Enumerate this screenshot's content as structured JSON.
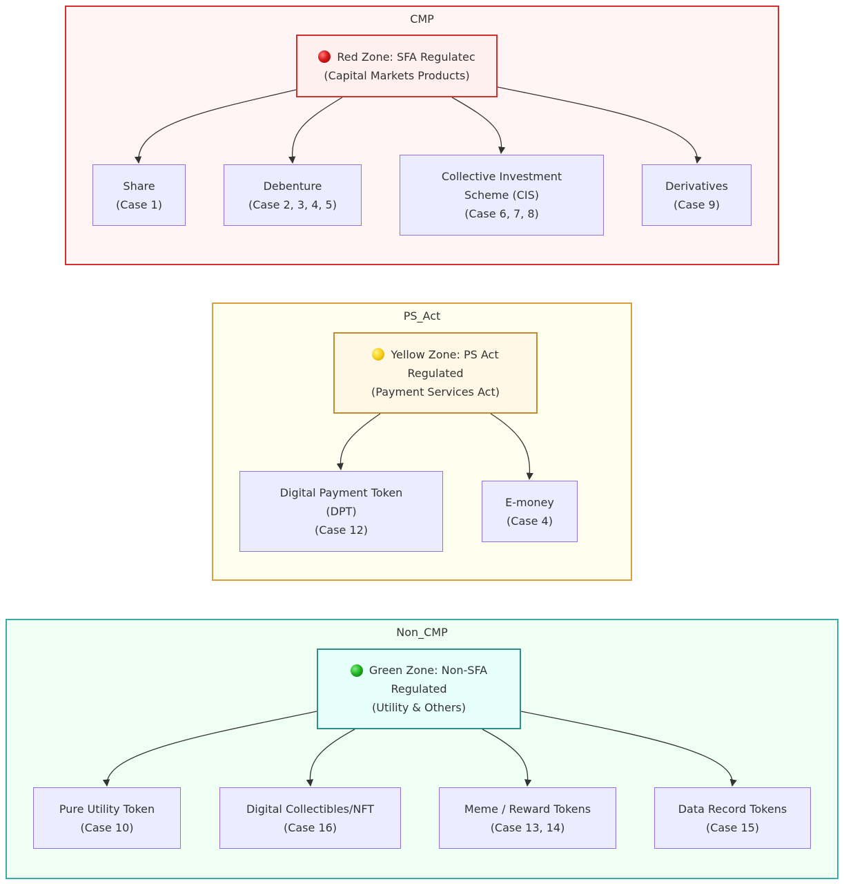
{
  "clusters": {
    "cmp": {
      "title": "CMP",
      "zone": {
        "icon": "red-circle-icon",
        "line1": "Red Zone: SFA Regulatec",
        "line2": "(Capital Markets Products)"
      },
      "nodes": [
        {
          "line1": "Share",
          "line2": "(Case 1)"
        },
        {
          "line1": "Debenture",
          "line2": "(Case 2, 3, 4, 5)"
        },
        {
          "line1": "Collective Investment",
          "line2": "Scheme (CIS)",
          "line3": "(Case 6, 7, 8)"
        },
        {
          "line1": "Derivatives",
          "line2": "(Case 9)"
        }
      ]
    },
    "ps_act": {
      "title": "PS_Act",
      "zone": {
        "icon": "yellow-circle-icon",
        "line1": "Yellow Zone: PS Act",
        "line2": "Regulated",
        "line3": "(Payment Services Act)"
      },
      "nodes": [
        {
          "line1": "Digital Payment Token",
          "line2": "(DPT)",
          "line3": "(Case 12)"
        },
        {
          "line1": "E-money",
          "line2": "(Case 4)"
        }
      ]
    },
    "non_cmp": {
      "title": "Non_CMP",
      "zone": {
        "icon": "green-circle-icon",
        "line1": "Green Zone: Non-SFA",
        "line2": "Regulated",
        "line3": "(Utility & Others)"
      },
      "nodes": [
        {
          "line1": "Pure Utility Token",
          "line2": "(Case 10)"
        },
        {
          "line1": "Digital Collectibles/NFT",
          "line2": "(Case 16)"
        },
        {
          "line1": "Meme / Reward Tokens",
          "line2": "(Case 13, 14)"
        },
        {
          "line1": "Data Record Tokens",
          "line2": "(Case 15)"
        }
      ]
    }
  },
  "colors": {
    "red_border": "#d32f2f",
    "red_fill": "#fff5f5",
    "red_zone_fill": "#fff0f0",
    "yellow_border": "#d8a03a",
    "yellow_fill": "#fffff0",
    "yellow_zone_fill": "#fff8e6",
    "yellow_zone_border": "#c28a2a",
    "green_border": "#3aaea6",
    "green_fill": "#f0fff4",
    "green_zone_fill": "#e6fffa",
    "green_zone_border": "#2e8f8a",
    "node_fill": "#ececff",
    "node_border": "#9370db",
    "edge": "#333333"
  }
}
